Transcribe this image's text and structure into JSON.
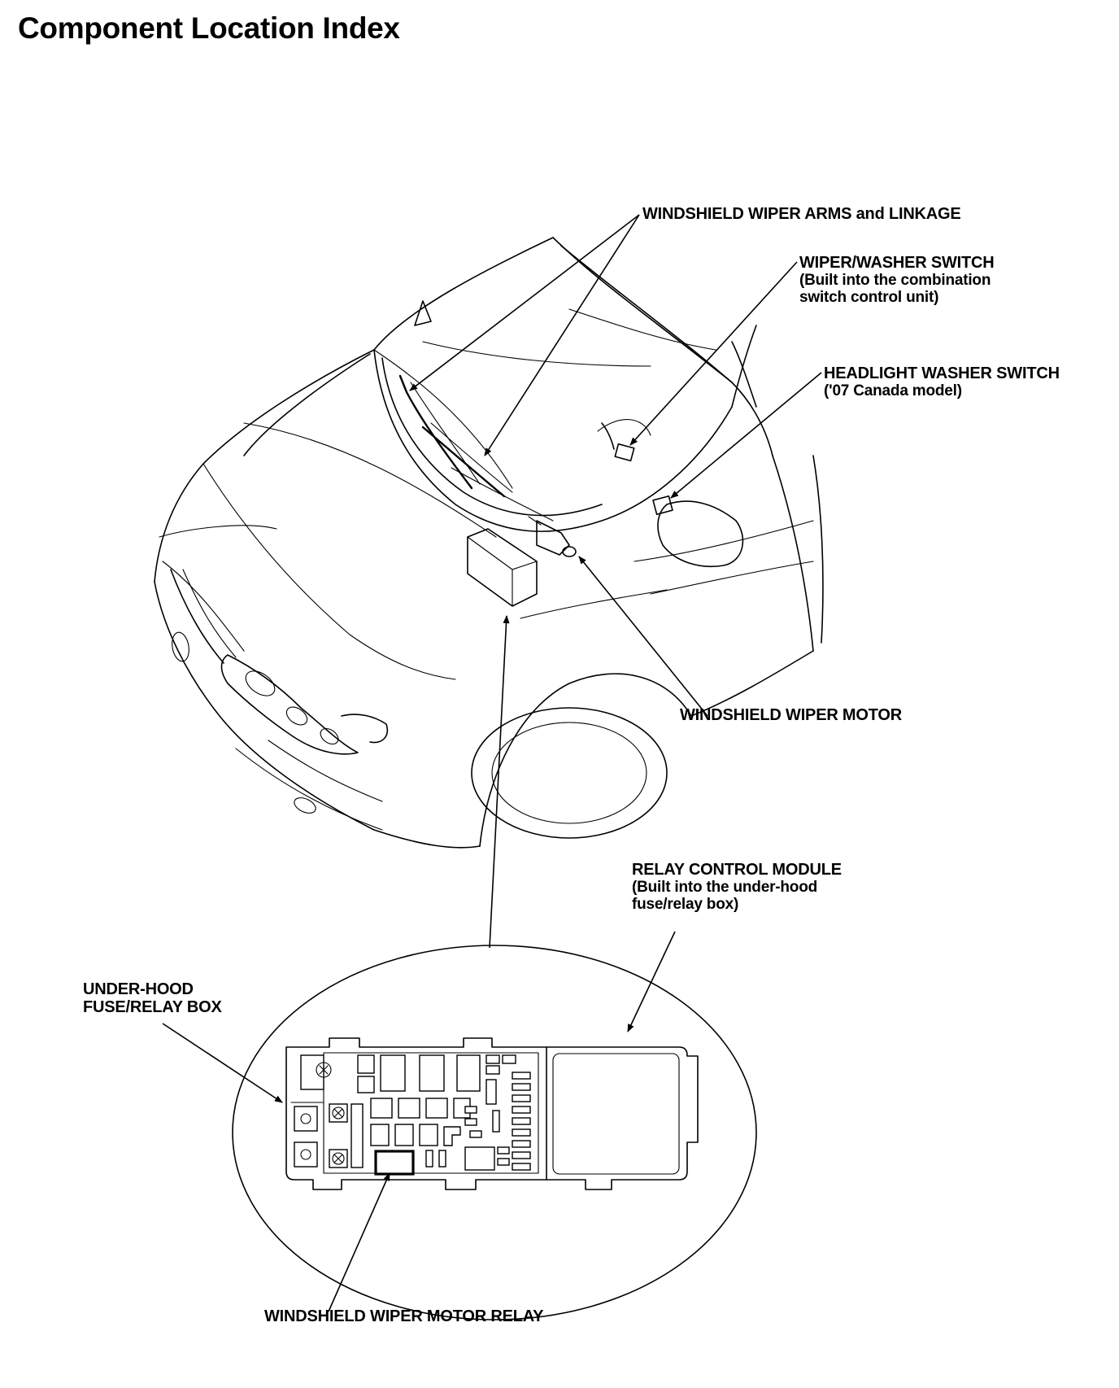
{
  "page": {
    "title": "Component Location Index"
  },
  "labels": {
    "wiper_arms": {
      "line1": "WINDSHIELD WIPER ARMS and LINKAGE"
    },
    "wiper_washer_switch": {
      "line1": "WIPER/WASHER SWITCH",
      "line2": "(Built into the combination",
      "line3": "switch control unit)"
    },
    "headlight_washer_switch": {
      "line1": "HEADLIGHT WASHER SWITCH",
      "line2": "('07 Canada model)"
    },
    "wiper_motor": {
      "line1": "WINDSHIELD WIPER MOTOR"
    },
    "relay_control_module": {
      "line1": "RELAY CONTROL MODULE",
      "line2": "(Built into the under-hood",
      "line3": "fuse/relay box)"
    },
    "under_hood_box": {
      "line1": "UNDER-HOOD",
      "line2": "FUSE/RELAY BOX"
    },
    "wiper_motor_relay": {
      "line1": "WINDSHIELD WIPER MOTOR RELAY"
    }
  }
}
